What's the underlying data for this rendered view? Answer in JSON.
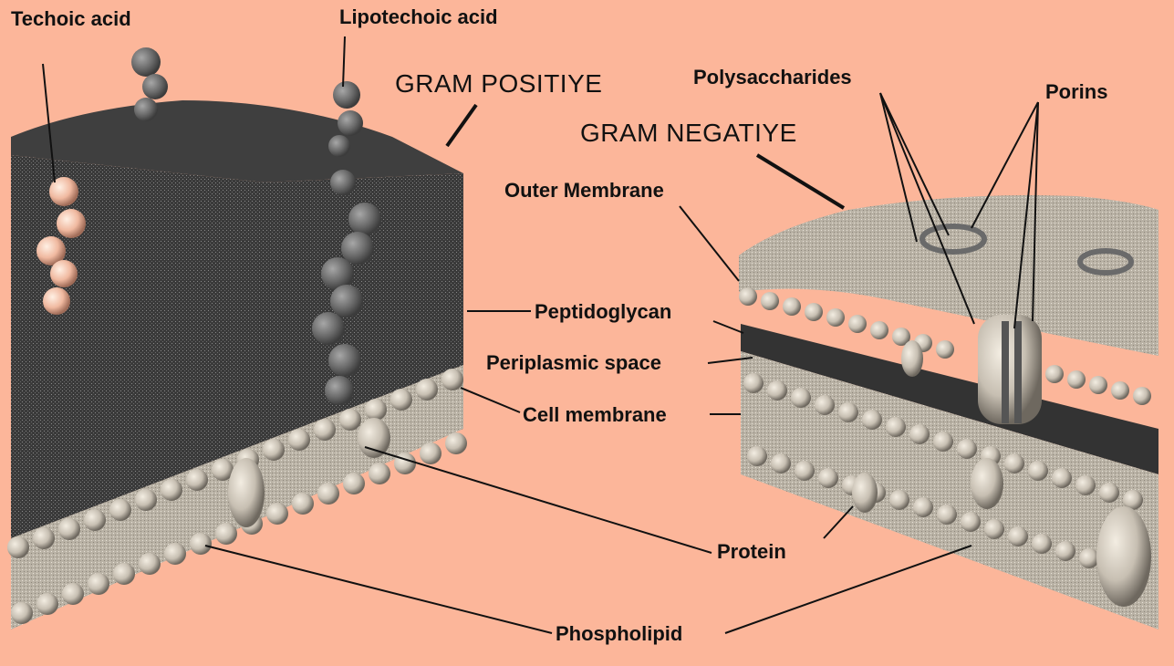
{
  "labels": {
    "techoic_acid": "Techoic acid",
    "lipotechoic_acid": "Lipotechoic acid",
    "gram_positive": "GRAM POSITIYE",
    "polysaccharides": "Polysaccharides",
    "porins": "Porins",
    "gram_negative": "GRAM NEGATIYE",
    "outer_membrane": "Outer Membrane",
    "peptidoglycan": "Peptidoglycan",
    "periplasmic_space": "Periplasmic space",
    "cell_membrane": "Cell membrane",
    "protein": "Protein",
    "phospholipid": "Phospholipid"
  },
  "colors": {
    "background": "#FCB69A",
    "peptidoglycan_dark": "#3A3A3A",
    "membrane_light": "#C9C2B5",
    "line": "#111111"
  }
}
